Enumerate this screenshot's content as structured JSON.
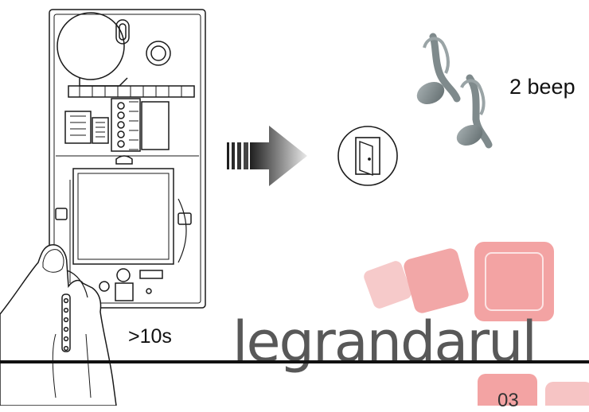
{
  "labels": {
    "beep": "2 beep",
    "hold_time": ">10s"
  },
  "watermark": {
    "text": "legrandarul",
    "colors": {
      "square_light": "#f5c2c2",
      "square_mid": "#f09a9a",
      "square_dark": "#f28d8d",
      "text": "#585858"
    }
  },
  "footer": {
    "page_number": "03"
  },
  "icons": [
    "device-panel-icon",
    "hand-icon",
    "arrow-right-icon",
    "door-icon",
    "music-notes-icon"
  ],
  "colors": {
    "line": "#1a1a1a",
    "note": "#7f8a8c",
    "arrow_dark": "#2b2b2b",
    "arrow_light": "#e6e6e6"
  }
}
